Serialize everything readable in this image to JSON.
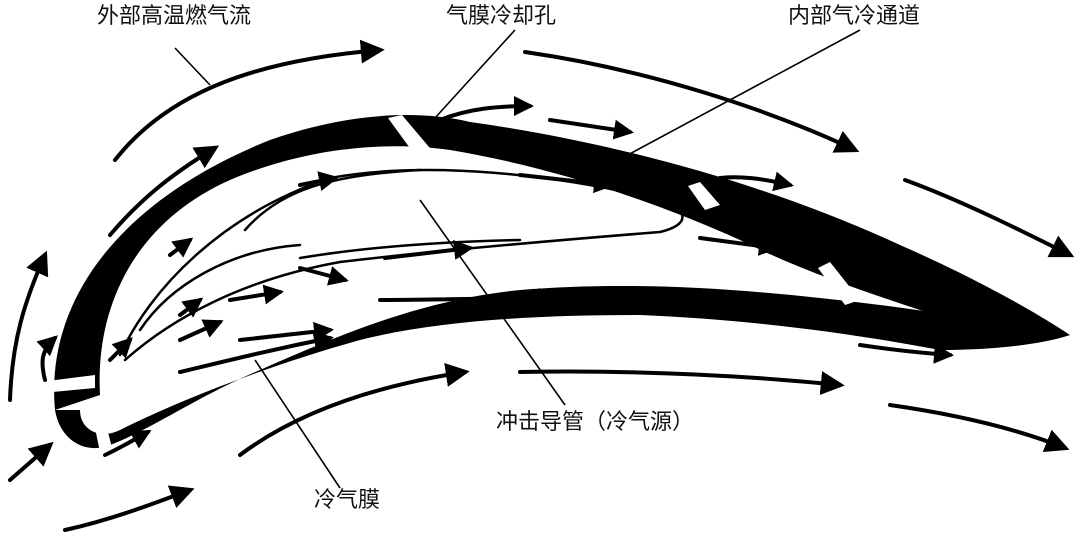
{
  "labels": {
    "hot_gas": "外部高温燃气流",
    "film_hole": "气膜冷却孔",
    "internal_channel": "内部气冷通道",
    "impingement_tube": "冲击导管（冷气源）",
    "cooling_film": "冷气膜"
  },
  "colors": {
    "ink": "#000000",
    "background": "#ffffff"
  }
}
